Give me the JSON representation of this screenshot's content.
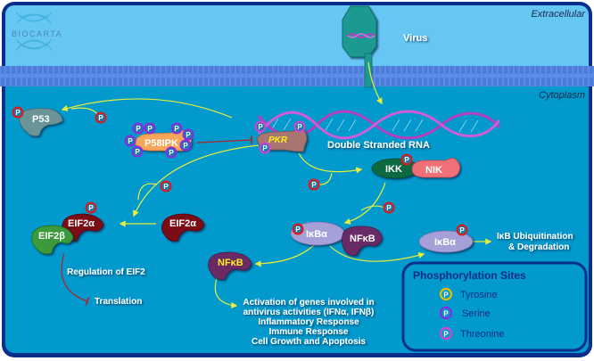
{
  "logo": {
    "text": "BIOCARTA"
  },
  "compartments": {
    "extracellular": "Extracellular",
    "cytoplasm": "Cytoplasm"
  },
  "colors": {
    "extracellular_bg": "#66c6f4",
    "cytoplasm_bg": "#0299cc",
    "frame": "#0a2e8c",
    "membrane": "#4a7fe0",
    "arrow": "#e8ee3a",
    "inhibit": "#b0242a",
    "tyrosine": "#e8c000",
    "serine": "#8a2be2",
    "threonine": "#d642d6",
    "generic_p": "#e01818"
  },
  "molecules": {
    "virus": "Virus",
    "p53": "P53",
    "p58ipk": "P58IPK",
    "pkr": "PKR",
    "dsrna": "Double Stranded RNA",
    "ikk": "IKK",
    "nik": "NIK",
    "eif2a_phos": "EIF2α",
    "eif2a": "EIF2α",
    "eif2b": "EIF2β",
    "ikba_complex": "IκBα",
    "nfkb_complex": "NFκB",
    "ikba_free": "IκBα",
    "nfkb_free": "NFκB",
    "p": "P"
  },
  "labels": {
    "regulation_eif2": "Regulation of EIF2",
    "translation": "Translation",
    "ubiquitination_line1": "IκB Ubiquitination",
    "ubiquitination_line2": "& Degradation",
    "activation_lines": [
      "Activation of genes involved in",
      "antivirus activities (IFNα, IFNβ)",
      "Inflammatory Response",
      "Immune Response",
      "Cell Growth and Apoptosis"
    ]
  },
  "legend": {
    "title": "Phosphorylation Sites",
    "items": [
      {
        "label": "Tyrosine",
        "color_key": "tyrosine"
      },
      {
        "label": "Serine",
        "color_key": "serine"
      },
      {
        "label": "Threonine",
        "color_key": "threonine"
      }
    ]
  }
}
